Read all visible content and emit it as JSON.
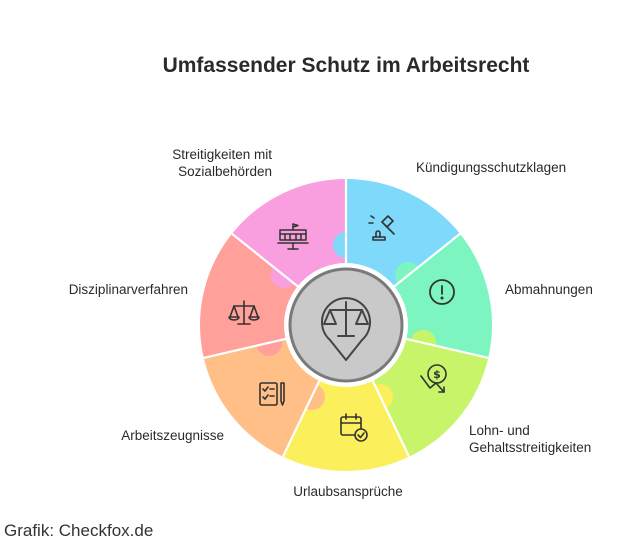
{
  "title": "Umfassender Schutz im Arbeitsrecht",
  "segments": [
    {
      "label_lines": [
        "Kündigungsschutzklagen"
      ],
      "color": "#7fd9fb",
      "icon": "gavel-icon"
    },
    {
      "label_lines": [
        "Abmahnungen"
      ],
      "color": "#7df5c1",
      "icon": "exclamation-icon"
    },
    {
      "label_lines": [
        "Lohn- und",
        "Gehaltsstreitigkeiten"
      ],
      "color": "#c8f46a",
      "icon": "money-decline-icon"
    },
    {
      "label_lines": [
        "Urlaubsansprüche"
      ],
      "color": "#fbef5b",
      "icon": "calendar-check-icon"
    },
    {
      "label_lines": [
        "Arbeitszeugnisse"
      ],
      "color": "#ffbf86",
      "icon": "checklist-pen-icon"
    },
    {
      "label_lines": [
        "Disziplinarverfahren"
      ],
      "color": "#ffa09a",
      "icon": "scales-icon"
    },
    {
      "label_lines": [
        "Streitigkeiten mit",
        "Sozialbehörden"
      ],
      "color": "#f99fe0",
      "icon": "government-building-icon"
    }
  ],
  "center": {
    "color": "#c9c9c9",
    "icon": "scales-pin-icon"
  },
  "credit": "Grafik: Checkfox.de"
}
